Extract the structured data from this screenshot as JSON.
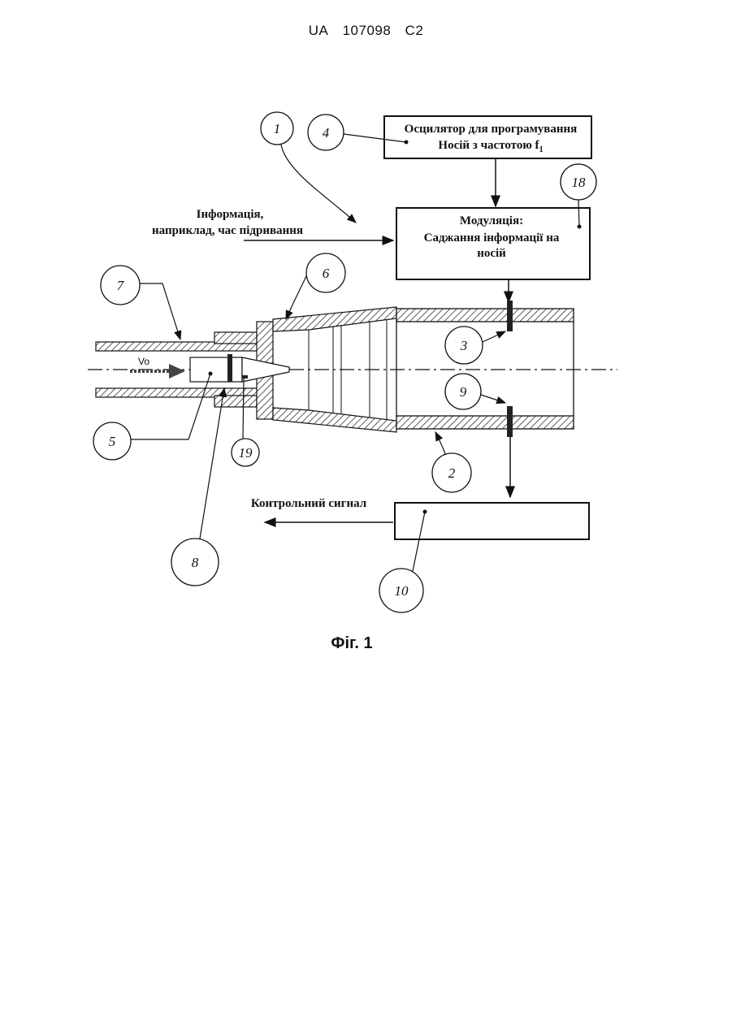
{
  "header": {
    "country": "UA",
    "number": "107098",
    "kind": "C2"
  },
  "figure": {
    "caption": "Фіг. 1",
    "oscillator_line1": "Осцилятор для програмування",
    "oscillator_line2": "Носій з частотою f",
    "oscillator_sub": "1",
    "modulation_line1": "Модуляція:",
    "modulation_line2": "Саджання інформації на",
    "modulation_line3": "носій",
    "info_line1": "Інформація,",
    "info_line2": "наприклад, час підривання",
    "control_signal": "Контрольний сигнал",
    "velocity_label": "Vo",
    "ref_numerals": [
      "1",
      "4",
      "18",
      "6",
      "7",
      "3",
      "9",
      "5",
      "19",
      "2",
      "8",
      "10"
    ]
  }
}
